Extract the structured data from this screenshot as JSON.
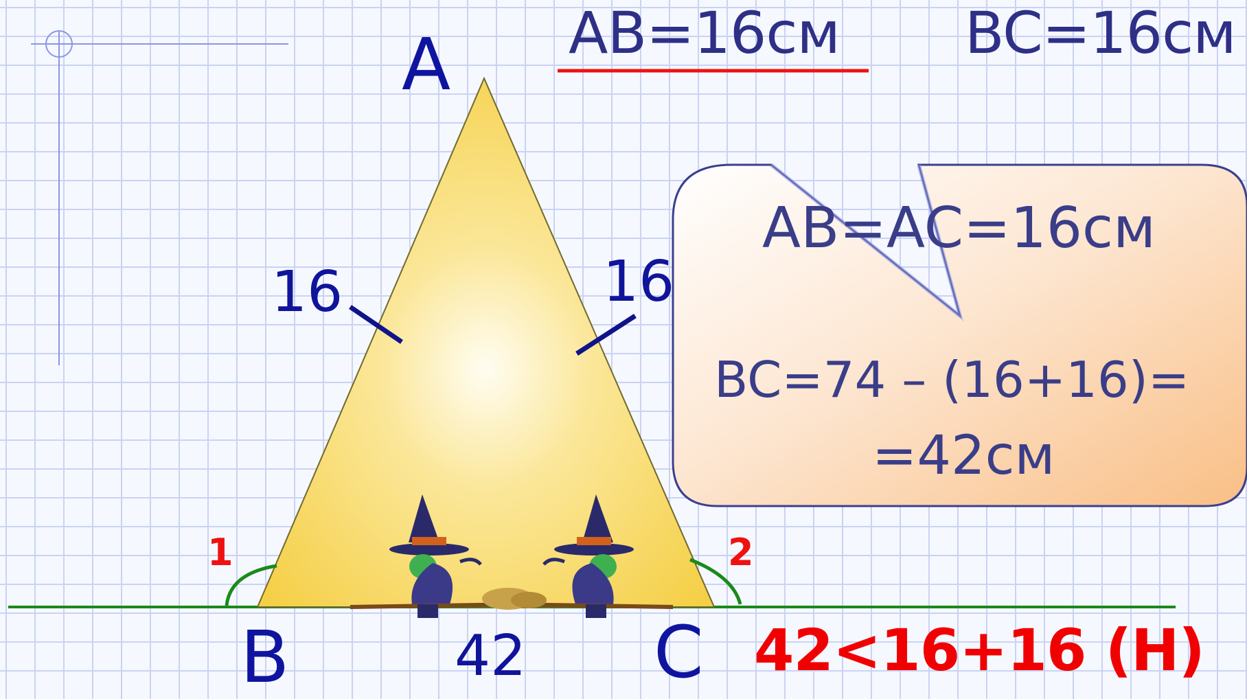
{
  "vertices": {
    "a": "A",
    "b": "B",
    "c": "C"
  },
  "side_labels": {
    "ab": "16",
    "ac": "16",
    "bc": "42"
  },
  "angle_labels": {
    "angle1": "1",
    "angle2": "2"
  },
  "top_equations": {
    "ab": "AB=16см",
    "bc": "BC=16см"
  },
  "callout": {
    "line1": "AB=AC=16см",
    "line2": "BC=74 – (16+16)=",
    "line3": "=42см"
  },
  "result": "42<16+16 (H)",
  "colors": {
    "triangle_fill": "#f8d85a",
    "callout_fill": "#fbcc9c",
    "baseline": "#1a8a1a",
    "underline": "#ee1111",
    "label_blue": "#0f14a0",
    "result_red": "#f00000"
  }
}
